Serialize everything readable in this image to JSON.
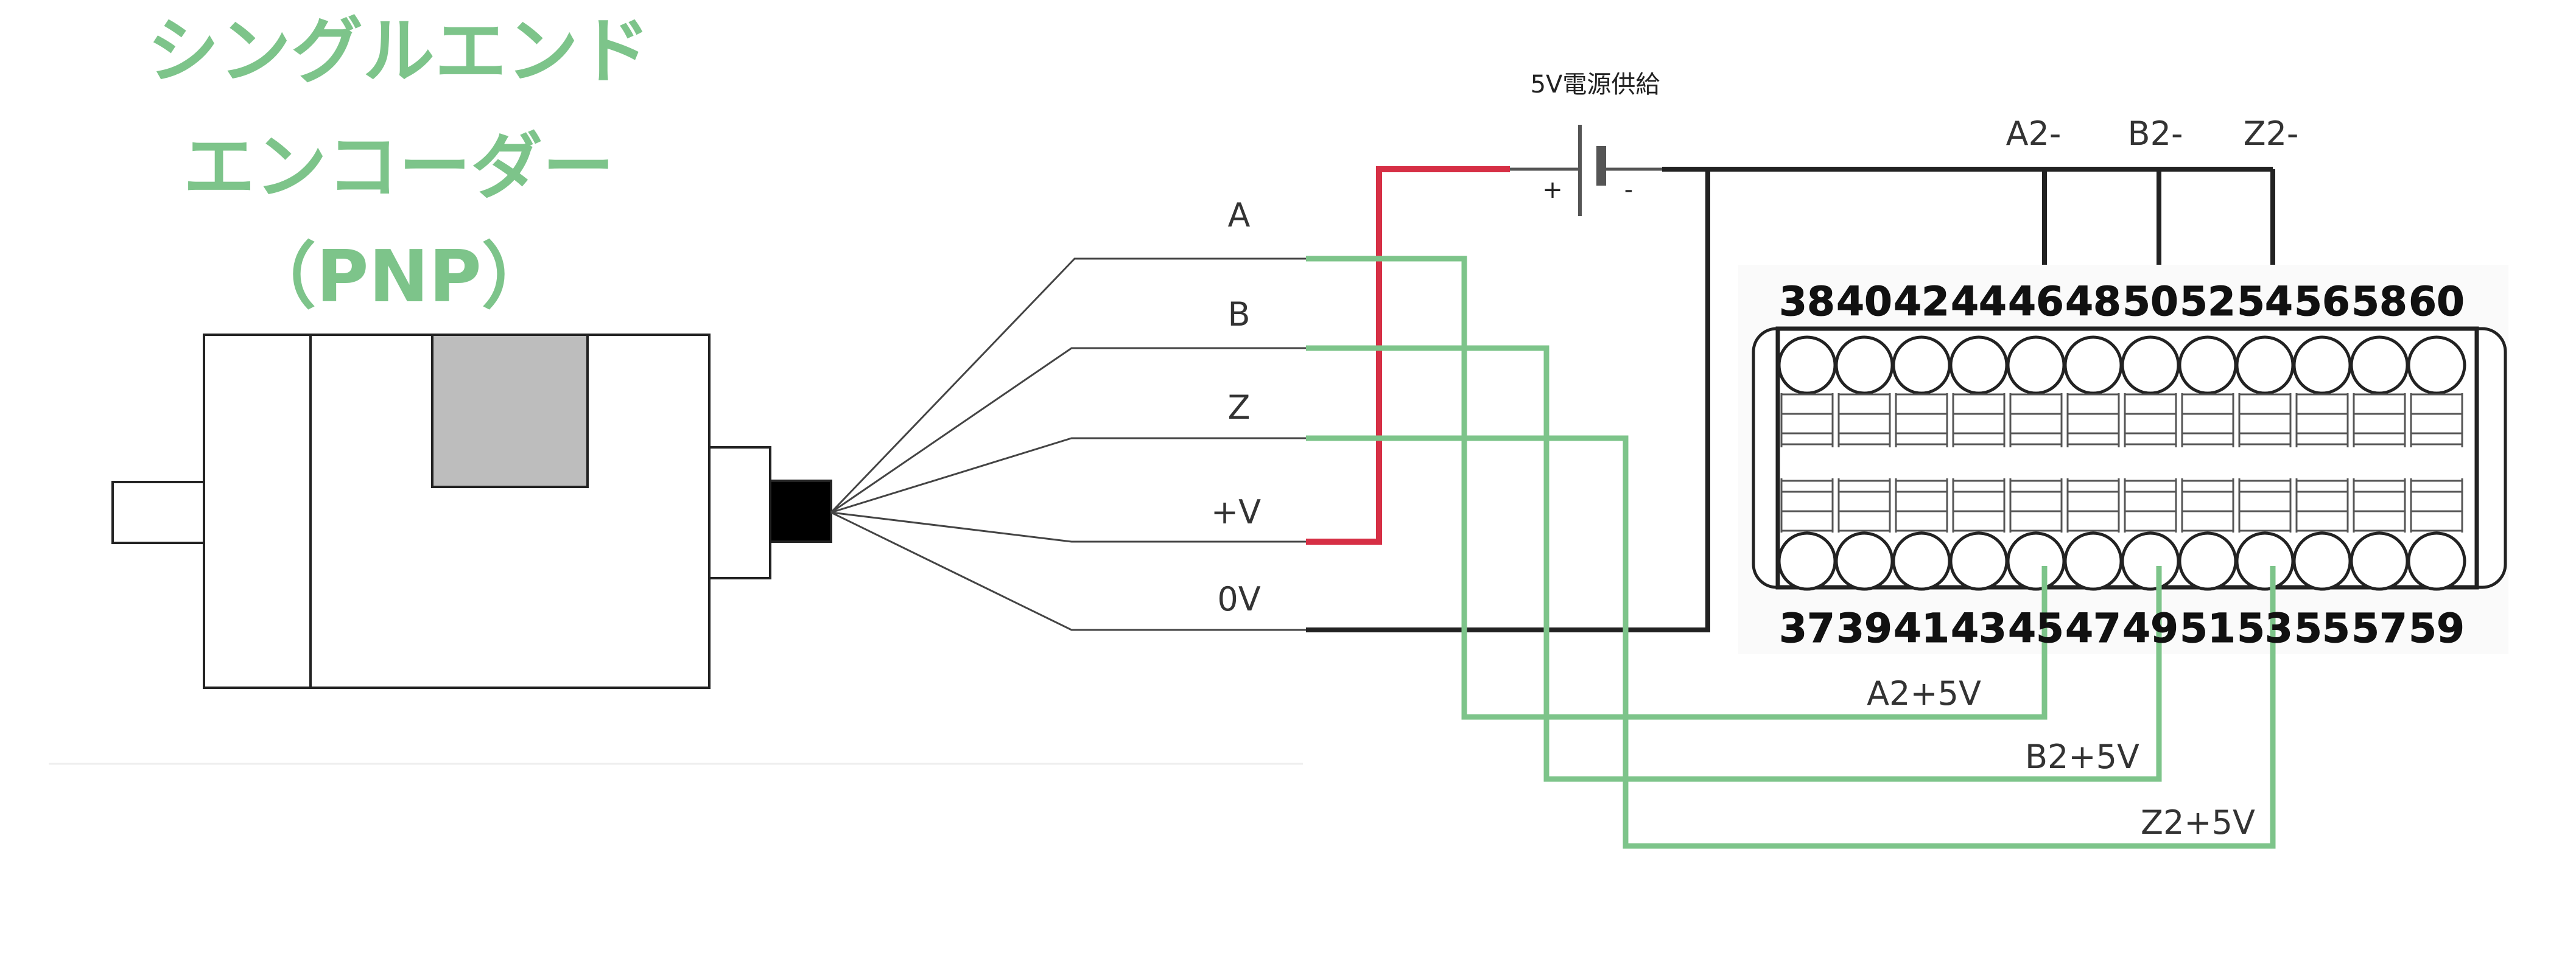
{
  "title": {
    "lines": [
      "シングルエンド",
      "エンコーダー",
      "（PNP）"
    ],
    "color": "#7dc48a"
  },
  "colors": {
    "positive_wire": "#d62f45",
    "signal_wire": "#7dc48a",
    "ground_wire": "#222222",
    "encoder_window": "#bdbdbd",
    "connector_plug": "#000000"
  },
  "encoder": {
    "icon": "encoder-body-icon"
  },
  "cable": {
    "labels": [
      "A",
      "B",
      "Z",
      "+V",
      "0V"
    ]
  },
  "power_supply": {
    "label": "5V電源供給",
    "plus": "+",
    "minus": "-"
  },
  "terminal_block": {
    "top_pins": [
      "38",
      "40",
      "42",
      "44",
      "46",
      "48",
      "50",
      "52",
      "54",
      "56",
      "58",
      "60"
    ],
    "bottom_pins": [
      "37",
      "39",
      "41",
      "43",
      "45",
      "47",
      "49",
      "51",
      "53",
      "55",
      "57",
      "59"
    ]
  },
  "terminal_labels": {
    "top": [
      "A2-",
      "B2-",
      "Z2-"
    ],
    "bottom": [
      "A2+5V",
      "B2+5V",
      "Z2+5V"
    ]
  }
}
